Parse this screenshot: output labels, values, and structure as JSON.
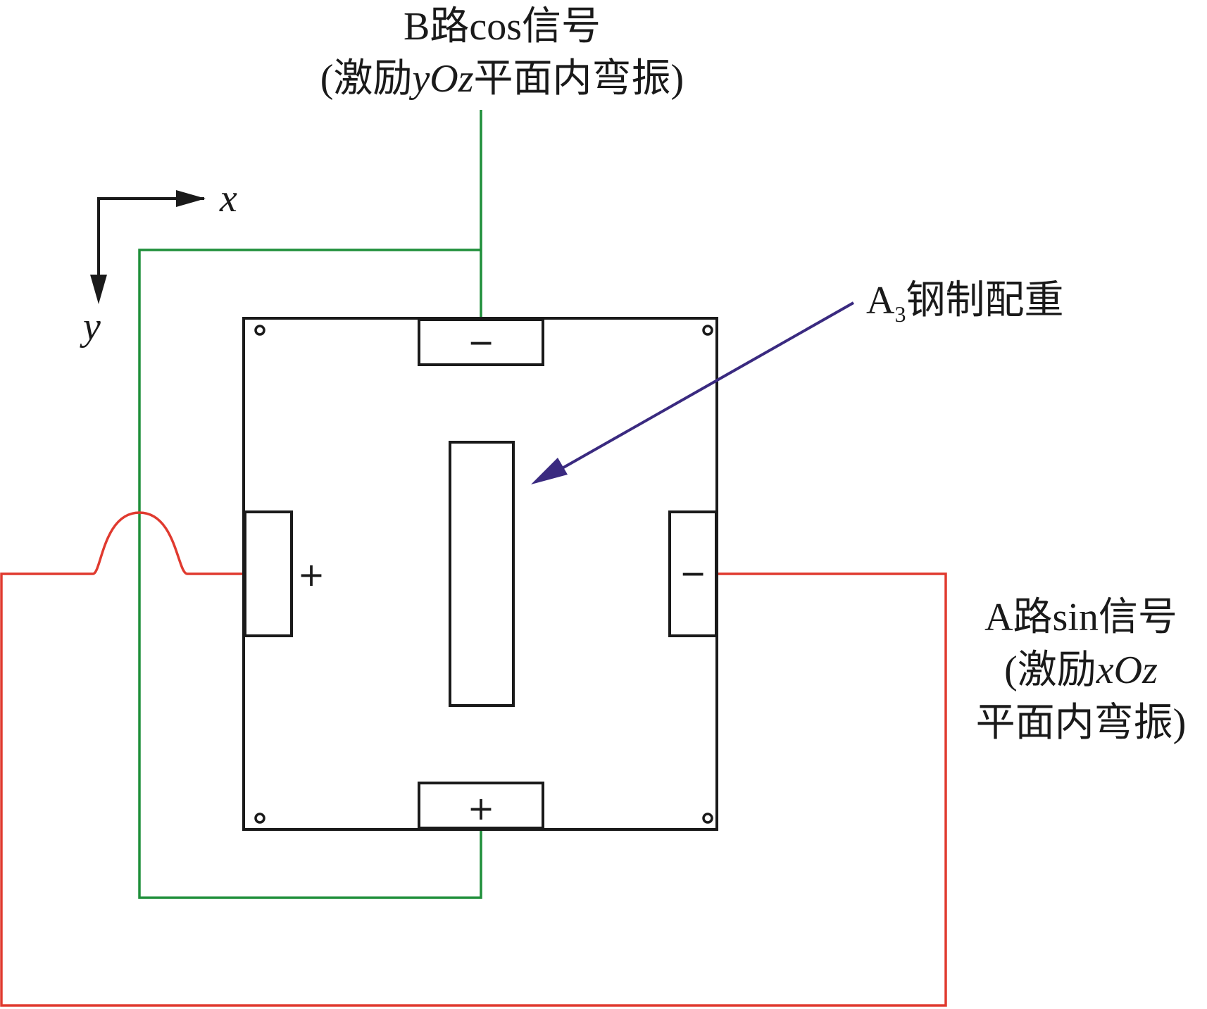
{
  "b_channel": {
    "title": "B路cos信号",
    "paren_open": "(激励",
    "plane_italic": "yOz",
    "paren_rest": "平面内弯振)"
  },
  "a_channel": {
    "title": "A路sin信号",
    "line2_prefix": "(激励",
    "line2_italic": "xOz",
    "line3": "平面内弯振)"
  },
  "counterweight": {
    "label_main": "A",
    "label_sub": "3",
    "label_rest": "钢制配重"
  },
  "axes": {
    "x": "x",
    "y": "y"
  },
  "electrodes": {
    "top": "−",
    "bottom": "+",
    "left": "+",
    "right": "−"
  },
  "colors": {
    "b_wire": "#1f8f3a",
    "a_wire": "#e03a2f",
    "arrow": "#3a2a80",
    "outline": "#1a1a1a"
  }
}
